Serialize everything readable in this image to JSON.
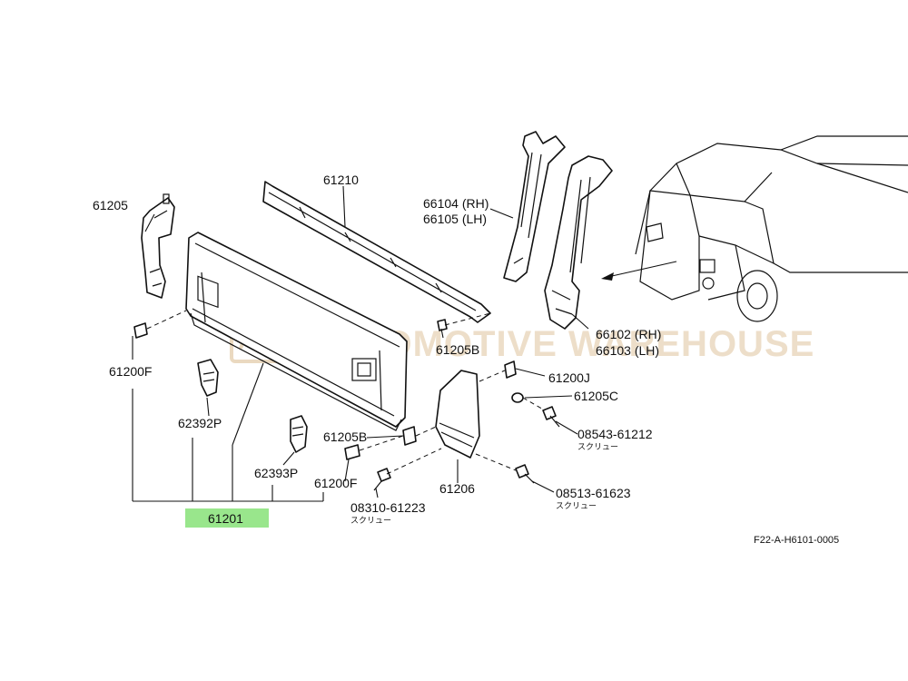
{
  "diagram": {
    "watermark": {
      "logo": "AW",
      "text": "AUTOMOTIVE WAREHOUSE"
    },
    "highlight_color": "#99e68c",
    "watermark_color": "#ead9c0",
    "figure_code": "F22-A-H6101-0005",
    "labels": {
      "p61205": "61205",
      "p61210": "61210",
      "p66104": "66104 (RH)",
      "p66105": "66105 (LH)",
      "p66102": "66102 (RH)",
      "p66103": "66103 (LH)",
      "p61205b_top": "61205B",
      "p61200f_left": "61200F",
      "p62392p": "62392P",
      "p62393p": "62393P",
      "p61205b_mid": "61205B",
      "p61200f_mid": "61200F",
      "p61200j": "61200J",
      "p61205c": "61205C",
      "p08543": "08543-61212",
      "p08543_sub": "スクリュー",
      "p61206": "61206",
      "p08513": "08513-61623",
      "p08513_sub": "スクリュー",
      "p08310": "08310-61223",
      "p08310_sub": "スクリュー",
      "p61201": "61201"
    }
  }
}
